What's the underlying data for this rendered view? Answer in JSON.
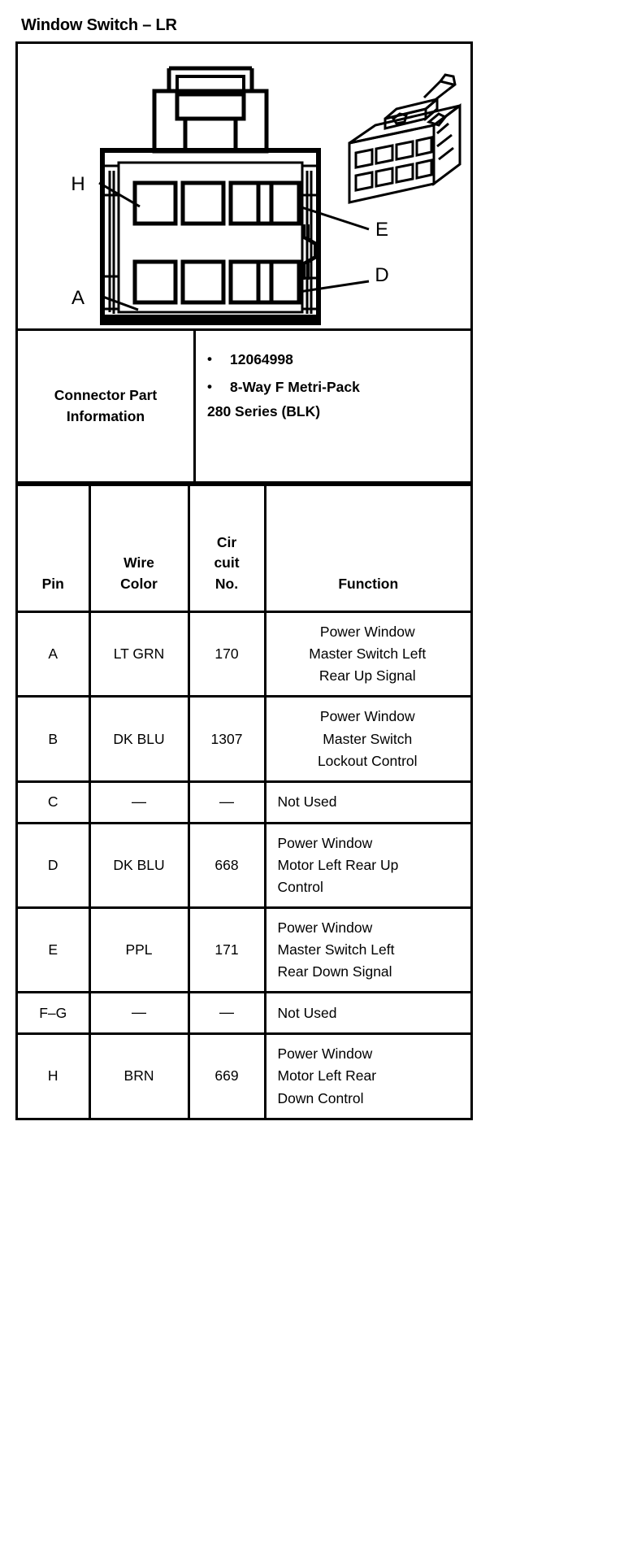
{
  "title": "Window Switch – LR",
  "diagram": {
    "name": "connector-face-view",
    "description": "8-way female connector front face with latch and two rows of four terminal cavities, plus isometric 3D view",
    "callouts": [
      {
        "label": "H",
        "position": "upper-left"
      },
      {
        "label": "E",
        "position": "upper-right"
      },
      {
        "label": "A",
        "position": "lower-left"
      },
      {
        "label": "D",
        "position": "lower-right"
      }
    ],
    "cavity_rows": 2,
    "cavities_per_row": 4
  },
  "connector_part_information": {
    "label_line1": "Connector Part",
    "label_line2": "Information",
    "bullets": [
      "12064998",
      "8-Way F Metri-Pack"
    ],
    "continuation": "280 Series (BLK)"
  },
  "pin_table": {
    "headers": {
      "pin": "Pin",
      "wire_color_line1": "Wire",
      "wire_color_line2": "Color",
      "circuit_line1": "Cir",
      "circuit_line2": "cuit",
      "circuit_line3": "No.",
      "function": "Function"
    },
    "rows": [
      {
        "pin": "A",
        "wire_color": "LT GRN",
        "circuit_no": "170",
        "function_lines": [
          "Power Window",
          "Master Switch Left",
          "Rear Up Signal"
        ],
        "function_align": "center"
      },
      {
        "pin": "B",
        "wire_color": "DK BLU",
        "circuit_no": "1307",
        "function_lines": [
          "Power Window",
          "Master Switch",
          "Lockout Control"
        ],
        "function_align": "center"
      },
      {
        "pin": "C",
        "wire_color": "—",
        "circuit_no": "—",
        "function_lines": [
          "Not Used"
        ],
        "function_align": "left"
      },
      {
        "pin": "D",
        "wire_color": "DK BLU",
        "circuit_no": "668",
        "function_lines": [
          "Power Window",
          "Motor Left Rear Up",
          "Control"
        ],
        "function_align": "left"
      },
      {
        "pin": "E",
        "wire_color": "PPL",
        "circuit_no": "171",
        "function_lines": [
          "Power Window",
          "Master Switch Left",
          "Rear Down Signal"
        ],
        "function_align": "left"
      },
      {
        "pin": "F–G",
        "wire_color": "—",
        "circuit_no": "—",
        "function_lines": [
          "Not Used"
        ],
        "function_align": "left"
      },
      {
        "pin": "H",
        "wire_color": "BRN",
        "circuit_no": "669",
        "function_lines": [
          "Power Window",
          "Motor Left Rear",
          "Down Control"
        ],
        "function_align": "left"
      }
    ]
  },
  "colors": {
    "ink": "#000000",
    "paper": "#ffffff"
  }
}
